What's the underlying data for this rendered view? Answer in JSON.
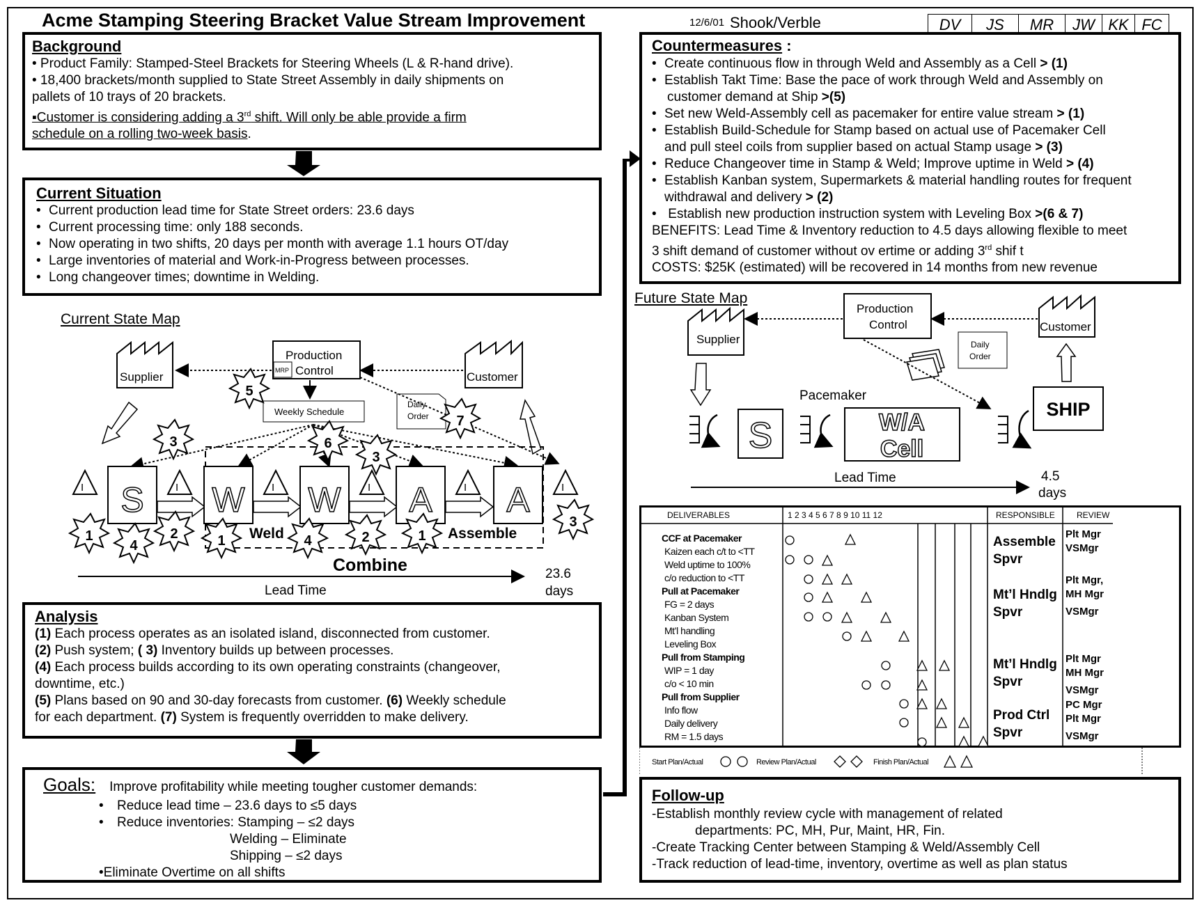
{
  "header": {
    "title": "Acme Stamping Steering Bracket Value Stream Improvement",
    "date": "12/6/01",
    "authors": "Shook/Verble",
    "initials": [
      "DV",
      "JS",
      "MR",
      "JW",
      "KK",
      "FC"
    ]
  },
  "background": {
    "title": "Background",
    "l1": "• Product Family:  Stamped-Steel Brackets for Steering Wheels (L & R-hand drive).",
    "l2": "• 18,400 brackets/month supplied to State Street Assembly in daily shipments on",
    "l3": "pallets of 10 trays of 20 brackets.",
    "l4a": "▪Customer  is considering adding a 3",
    "l4sup": "rd",
    "l4b": " shift.  Will only  be able provide a firm",
    "l5": "schedule on a rolling two-week basis",
    "l5end": "."
  },
  "current_situation": {
    "title": "Current Situation",
    "items": [
      "Current production lead time for State Street orders: 23.6 days",
      "Current processing time: only 188 seconds.",
      "Now operating in two shifts, 20 days per month with average 1.1 hours OT/day",
      "Large inventories of material and Work-in-Progress between processes.",
      "Long changeover times; downtime in Welding."
    ]
  },
  "current_map": {
    "label": "Current State Map",
    "supplier": "Supplier",
    "customer": "Customer",
    "pc_line1": "Production",
    "pc_line2": "Control",
    "mrp": "MRP",
    "weekly_schedule": "Weekly Schedule",
    "daily_order_1": "Daily",
    "daily_order_2": "Order",
    "inventory_mark": "I",
    "processes": [
      "S",
      "W",
      "W",
      "A",
      "A"
    ],
    "weld": "Weld",
    "assemble": "Assemble",
    "combine": "Combine",
    "lead_time": "Lead Time",
    "lead_value": "23.6",
    "lead_unit": "days",
    "bursts": [
      "5",
      "7",
      "3",
      "6",
      "3",
      "1",
      "4",
      "2",
      "1",
      "4",
      "2",
      "1",
      "3"
    ]
  },
  "analysis": {
    "title": "Analysis",
    "l1n": "(1)",
    "l1": " Each process operates as an isolated island, disconnected from customer.",
    "l2n": "(2)",
    "l2": " Push system; ",
    "l2n2": "( 3)",
    "l2b": " Inventory builds up between processes.",
    "l3n": "(4)",
    "l3": " Each process builds according to its own operating constraints (changeover,",
    "l4": "downtime, etc.)",
    "l5n": "(5)",
    "l5": " Plans based on 90 and 30-day forecasts from customer.  ",
    "l5n2": "(6)",
    "l5b": " Weekly schedule",
    "l6": "for each department. ",
    "l6n": "(7)",
    "l6b": " System is frequently overridden to make delivery."
  },
  "goals": {
    "title": "Goals:",
    "intro": "Improve profitability while meeting tougher customer demands:",
    "b1": "Reduce lead time – 23.6 days to ≤5 days",
    "b2": "Reduce inventories: Stamping – ≤2 days",
    "b3": "Welding – Eliminate",
    "b4": "Shipping – ≤2 days",
    "b5": "•Eliminate Overtime on all shifts"
  },
  "countermeasures": {
    "title": "Countermeasures",
    "colon": " :",
    "c1": "Create continuous flow in through Weld and Assembly as a Cell ",
    "c1r": "> (1)",
    "c2": "Establish Takt Time: Base the pace of work through Weld and Assembly on",
    "c2b": "customer demand  at Ship ",
    "c2r": ">(5)",
    "c3": "Set new Weld-Assembly cell as pacemaker for entire value stream ",
    "c3r": "> (1)",
    "c4": "Establish Build-Schedule for Stamp based on actual use of Pacemaker Cell",
    "c4b": "and pull steel coils from supplier based on actual Stamp usage ",
    "c4r": "> (3)",
    "c5": "Reduce Changeover time in Stamp & Weld;  Improve uptime in Weld ",
    "c5r": "> (4)",
    "c6": "Establish Kanban system, Supermarkets & material handling routes for frequent",
    "c6b": "withdrawal and delivery  ",
    "c6r": "> (2)",
    "c7": " Establish new production instruction system with Leveling Box  ",
    "c7r": ">(6 & 7)",
    "benefits1": "BENEFITS: Lead Time & Inventory reduction to 4.5 days allowing flexible to meet",
    "benefits2a": " 3 shift demand of  customer without ov ertime or adding 3",
    "benefits2sup": "rd",
    "benefits2b": " shif t",
    "costs": "COSTS:  $25K (estimated) will be recovered in 14 months from new revenue"
  },
  "future_map": {
    "label": "Future State Map",
    "supplier": "Supplier",
    "customer": "Customer",
    "pc_line1": "Production",
    "pc_line2": "Control",
    "daily_order_1": "Daily",
    "daily_order_2": "Order",
    "pacemaker": "Pacemaker",
    "stamp": "S",
    "cell_1": "W/A",
    "cell_2": "Cell",
    "ship": "SHIP",
    "lead_time": "Lead Time",
    "lead_value": "4.5",
    "lead_unit": "days"
  },
  "plan": {
    "h_deliverables": "DELIVERABLES",
    "h_weeks": "1  2  3  4   5   6  7   8   9   10   11   12",
    "h_responsible": "RESPONSIBLE",
    "h_review": "REVIEW",
    "deliverables": [
      "CCF at Pacemaker",
      "Kaizen each c/t to <TT",
      "Weld uptime to 100%",
      "c/o reduction to <TT",
      "Pull at Pacemaker",
      "FG = 2 days",
      "Kanban System",
      "Mt’l handling",
      "Leveling Box",
      "Pull from Stamping",
      "WIP = 1 day",
      "c/o < 10 min",
      "Pull from Supplier",
      "Info flow",
      "Daily delivery",
      "RM = 1.5 days"
    ],
    "responsible": [
      [
        "Assemble",
        "Spvr"
      ],
      [
        "Mt’l Hndlg",
        "Spvr"
      ],
      [
        "Mt’l Hndlg",
        "Spvr"
      ],
      [
        "Prod Ctrl",
        "Spvr"
      ]
    ],
    "review": [
      [
        "Plt Mgr",
        "VSMgr"
      ],
      [
        "Plt Mgr,",
        "MH Mgr",
        "VSMgr"
      ],
      [
        "Plt Mgr",
        "MH Mgr",
        "VSMgr"
      ],
      [
        "PC Mgr",
        "Plt Mgr",
        "VSMgr"
      ]
    ],
    "legend_start": "Start Plan/Actual",
    "legend_review": "Review Plan/Actual",
    "legend_finish": "Finish Plan/Actual"
  },
  "followup": {
    "title": "Follow-up",
    "l1": "-Establish monthly review cycle with management of related",
    "l2": "departments: PC, MH, Pur, Maint, HR,  Fin.",
    "l3": "-Create Tracking Center between Stamping & Weld/Assembly Cell",
    "l4": "-Track reduction of lead-time, inventory, overtime as well as plan status"
  }
}
